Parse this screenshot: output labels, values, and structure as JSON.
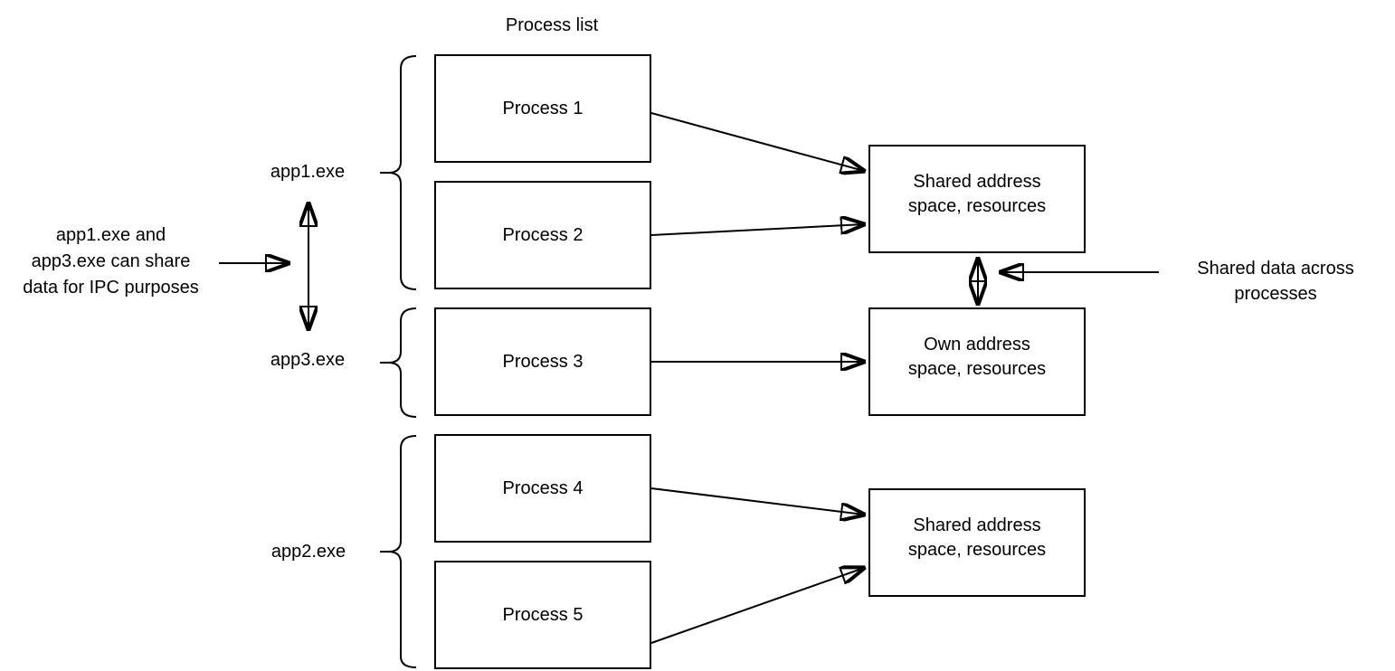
{
  "colors": {
    "stroke": "#000000",
    "fill": "#ffffff",
    "text": "#000000",
    "background": "#ffffff"
  },
  "diagram": {
    "title": "Process list",
    "process_boxes": [
      {
        "label": "Process 1"
      },
      {
        "label": "Process 2"
      },
      {
        "label": "Process 3"
      },
      {
        "label": "Process 4"
      },
      {
        "label": "Process 5"
      }
    ],
    "app_groups": [
      {
        "label": "app1.exe",
        "members": "Process 1, Process 2"
      },
      {
        "label": "app3.exe",
        "members": "Process 3"
      },
      {
        "label": "app2.exe",
        "members": "Process 4, Process 5"
      }
    ],
    "address_boxes": [
      {
        "label": "Shared address\nspace, resources"
      },
      {
        "label": "Own address\nspace, resources"
      },
      {
        "label": "Shared address\nspace, resources"
      }
    ],
    "notes": {
      "ipc_note": "app1.exe and\napp3.exe can share\ndata for IPC purposes",
      "shared_data_note": "Shared data across\nprocesses"
    }
  }
}
